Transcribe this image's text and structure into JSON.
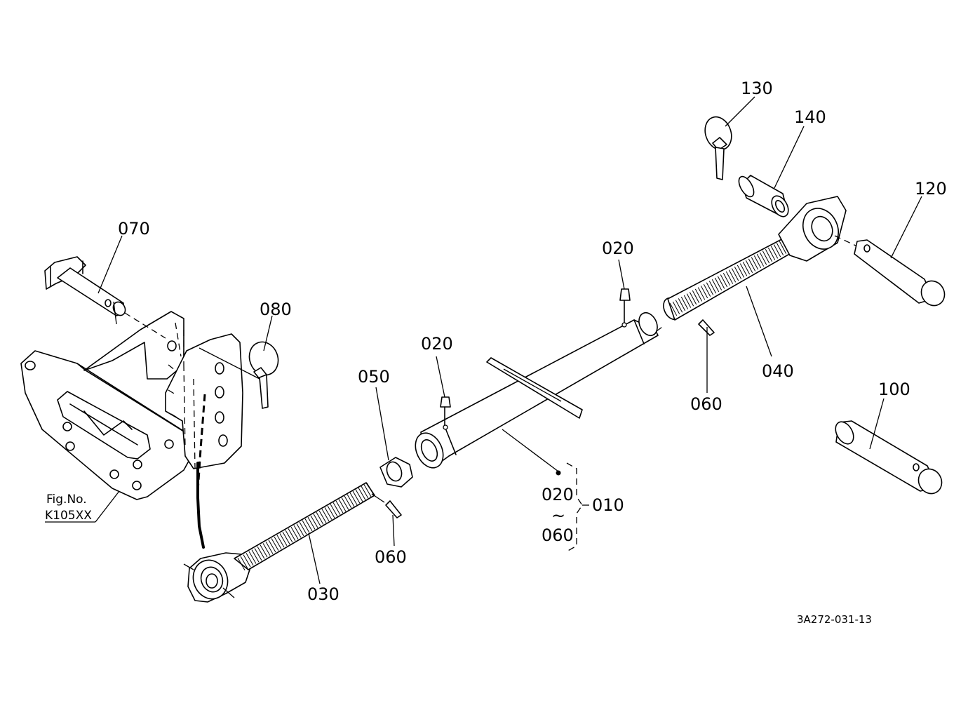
{
  "callouts": {
    "p010": "010",
    "p020a": "020",
    "p020b": "020",
    "p020c": "020",
    "p030": "030",
    "p040": "040",
    "p050": "050",
    "p060a": "060",
    "p060b": "060",
    "p060c": "060",
    "p070": "070",
    "p080": "080",
    "p100": "100",
    "p120": "120",
    "p130": "130",
    "p140": "140"
  },
  "range_mark": "~",
  "reference": {
    "line1": "Fig.No.",
    "line2": "K105XX"
  },
  "drawing_code": "3A272-031-13"
}
